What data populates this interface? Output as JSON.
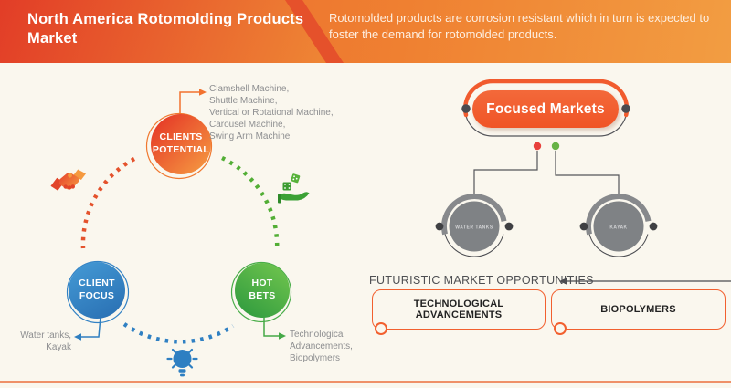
{
  "header": {
    "title": "North America Rotomolding Products Market",
    "description": "Rotomolded products are corrosion resistant which in turn is expected to foster the demand for rotomolded products."
  },
  "cycle": {
    "nodes": {
      "clients_potential": {
        "line1": "CLIENTS",
        "line2": "POTENTIAL"
      },
      "client_focus": {
        "line1": "CLIENT",
        "line2": "FOCUS"
      },
      "hot_bets": {
        "line1": "HOT",
        "line2": "BETS"
      }
    },
    "clients_potential_items": [
      "Clamshell Machine,",
      "Shuttle Machine,",
      "Vertical or Rotational Machine,",
      "Carousel Machine,",
      "Swing Arm Machine"
    ],
    "client_focus_items": [
      "Water tanks,",
      "Kayak"
    ],
    "hot_bets_items": [
      "Technological",
      "Advancements,",
      "Biopolymers"
    ]
  },
  "focused_markets": {
    "title": "Focused Markets",
    "markets": [
      "WATER TANKS",
      "KAYAK"
    ]
  },
  "opportunities": {
    "heading": "FUTURISTIC MARKET OPPORTUNITIES",
    "boxes": [
      "TECHNOLOGICAL ADVANCEMENTS",
      "BIOPOLYMERS"
    ]
  },
  "icons": {
    "handshake": "handshake-icon",
    "money_hand": "money-hand-icon",
    "lightbulb": "lightbulb-icon"
  },
  "colors": {
    "accent_orange": "#f15b2e",
    "header_red": "#e23d27",
    "header_orange": "#f29a40",
    "blue": "#2f7fc0",
    "green": "#45a947",
    "gray": "#808285",
    "dark": "#4a4b50",
    "red_dot": "#e8413c",
    "green_dot": "#67b346",
    "background": "#faf7ee"
  }
}
